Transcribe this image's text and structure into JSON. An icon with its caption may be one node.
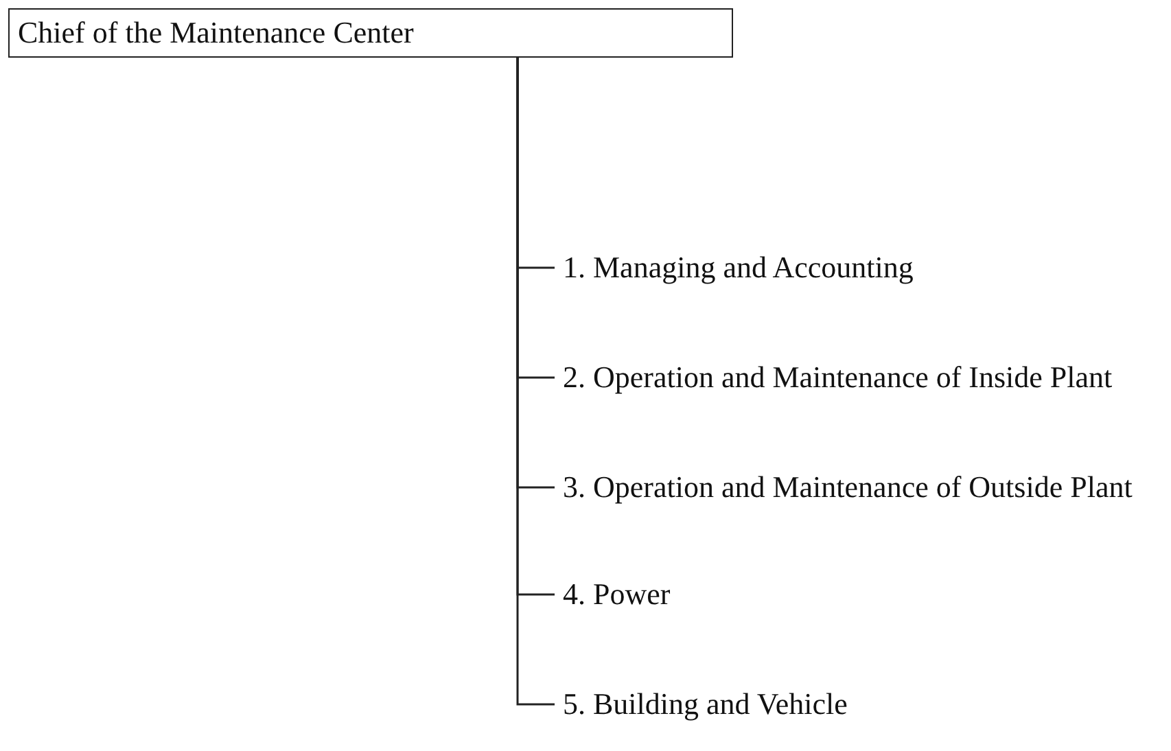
{
  "diagram": {
    "nodes": [
      {
        "text": [
          "Chief of the Maintenance Center"
        ]
      },
      {
        "text": [
          "1. Managing and Accounting"
        ]
      },
      {
        "text": [
          "2. Operation and Maintenance of Inside Plant"
        ]
      },
      {
        "text": [
          "3. Operation and Maintenance of Outside Plant"
        ]
      },
      {
        "text": [
          "4. Power"
        ]
      },
      {
        "text": [
          "5. Building and Vehicle"
        ]
      }
    ],
    "edges": [
      {
        "from": 0,
        "to": 1,
        "arrow": "none"
      },
      {
        "from": 0,
        "to": 2,
        "arrow": "none"
      },
      {
        "from": 0,
        "to": 3,
        "arrow": "none"
      },
      {
        "from": 0,
        "to": 4,
        "arrow": "none"
      },
      {
        "from": 0,
        "to": 5,
        "arrow": "none"
      }
    ]
  }
}
